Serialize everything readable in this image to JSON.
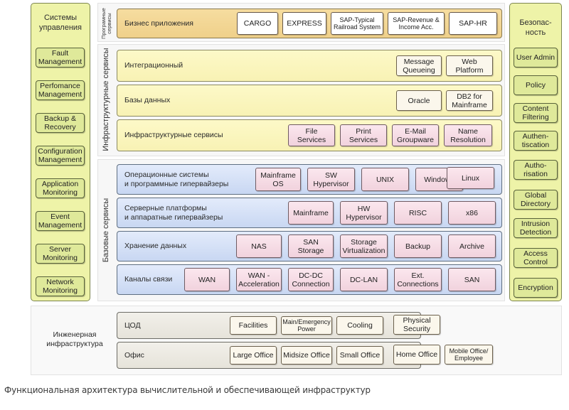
{
  "left_column": {
    "title": "Системы\nуправления",
    "items": [
      "Fault\nManagement",
      "Perfomance\nManagement",
      "Backup &\nRecovery",
      "Configuration\nManagement",
      "Application\nMonitoring",
      "Event\nManagement",
      "Server\nMonitoring",
      "Network\nMonitoring"
    ]
  },
  "right_column": {
    "title": "Безопас-\nность",
    "items": [
      "User Admin",
      "Policy",
      "Content\nFiltering",
      "Authen-\ntiscation",
      "Autho-\nrisation",
      "Global\nDirectory",
      "Intrusion\nDetection",
      "Access\nControl",
      "Encryption"
    ]
  },
  "software_services": {
    "group_label": "Програмные\nсервисы",
    "rows": [
      {
        "label": "Бизнес приложения",
        "items": [
          "CARGO",
          "EXPRESS",
          "SAP-Typical\nRailroad System",
          "SAP-Revenue &\nIncome Acc.",
          "SAP-HR"
        ]
      }
    ]
  },
  "infrastructure_services": {
    "group_label": "Инфраструктурные сервисы",
    "rows": [
      {
        "label": "Интеграционный",
        "items": [
          "Message\nQueueing",
          "Web\nPlatform"
        ]
      },
      {
        "label": "Базы данных",
        "items": [
          "Oracle",
          "DB2 for\nMainframe"
        ]
      },
      {
        "label": "Инфраструктурные сервисы",
        "items": [
          "File\nServices",
          "Print\nServices",
          "E-Mail\nGroupware",
          "Name\nResolution"
        ]
      }
    ]
  },
  "base_services": {
    "group_label": "Базовые сервисы",
    "rows": [
      {
        "label": "Операционные системы\nи программные гипервайзеры",
        "items": [
          "Mainframe\nOS",
          "SW\nHypervisor",
          "UNIX",
          "Windows",
          "Linux"
        ]
      },
      {
        "label": "Серверные платформы\nи аппаратные гипервайзеры",
        "items": [
          "Mainframe",
          "HW\nHypervisor",
          "RISC",
          "x86"
        ]
      },
      {
        "label": "Хранение данных",
        "items": [
          "NAS",
          "SAN\nStorage",
          "Storage\nVirtualization",
          "Backup",
          "Archive"
        ]
      },
      {
        "label": "Каналы связи",
        "items": [
          "WAN",
          "WAN -\nAcceleration",
          "DC-DC\nConnection",
          "DC-LAN",
          "Ext.\nConnections",
          "SAN"
        ]
      }
    ]
  },
  "engineering": {
    "group_label": "Инженерная\nинфраструктура",
    "rows": [
      {
        "label": "ЦОД",
        "items": [
          "Facilities",
          "Main/Emergency\nPower",
          "Cooling",
          "Physical\nSecurity"
        ]
      },
      {
        "label": "Офис",
        "items": [
          "Large Office",
          "Midsize Office",
          "Small Office",
          "Home Office",
          "Mobile Office/\nEmployee"
        ]
      }
    ]
  },
  "caption": "Функциональная архитектура вычислительной и обеспечивающей инфраструктур"
}
